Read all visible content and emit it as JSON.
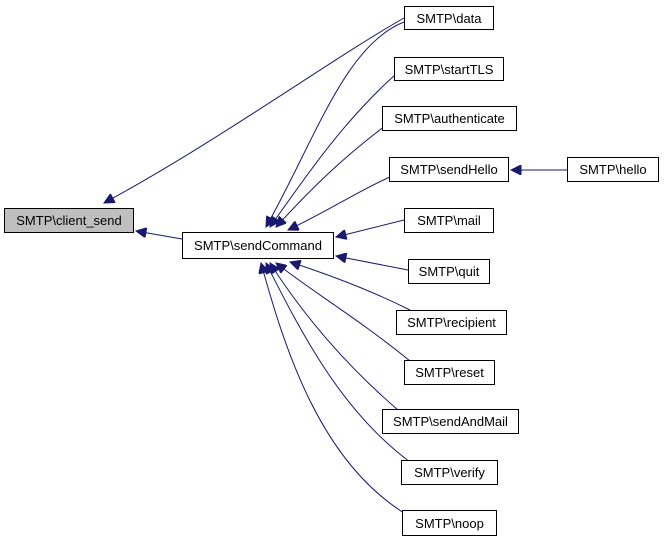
{
  "diagram": {
    "edge_color": "#191970",
    "focus_fill": "#bfbfbf",
    "focus_node": "SMTP\\client_send",
    "nodes": {
      "client_send": "SMTP\\client_send",
      "sendCommand": "SMTP\\sendCommand",
      "data": "SMTP\\data",
      "startTLS": "SMTP\\startTLS",
      "authenticate": "SMTP\\authenticate",
      "sendHello": "SMTP\\sendHello",
      "hello": "SMTP\\hello",
      "mail": "SMTP\\mail",
      "quit": "SMTP\\quit",
      "recipient": "SMTP\\recipient",
      "reset": "SMTP\\reset",
      "sendAndMail": "SMTP\\sendAndMail",
      "verify": "SMTP\\verify",
      "noop": "SMTP\\noop"
    },
    "edges": [
      {
        "from": "data",
        "to": "client_send"
      },
      {
        "from": "sendCommand",
        "to": "client_send"
      },
      {
        "from": "data",
        "to": "sendCommand"
      },
      {
        "from": "startTLS",
        "to": "sendCommand"
      },
      {
        "from": "authenticate",
        "to": "sendCommand"
      },
      {
        "from": "sendHello",
        "to": "sendCommand"
      },
      {
        "from": "hello",
        "to": "sendHello"
      },
      {
        "from": "mail",
        "to": "sendCommand"
      },
      {
        "from": "quit",
        "to": "sendCommand"
      },
      {
        "from": "recipient",
        "to": "sendCommand"
      },
      {
        "from": "reset",
        "to": "sendCommand"
      },
      {
        "from": "sendAndMail",
        "to": "sendCommand"
      },
      {
        "from": "verify",
        "to": "sendCommand"
      },
      {
        "from": "noop",
        "to": "sendCommand"
      }
    ]
  }
}
